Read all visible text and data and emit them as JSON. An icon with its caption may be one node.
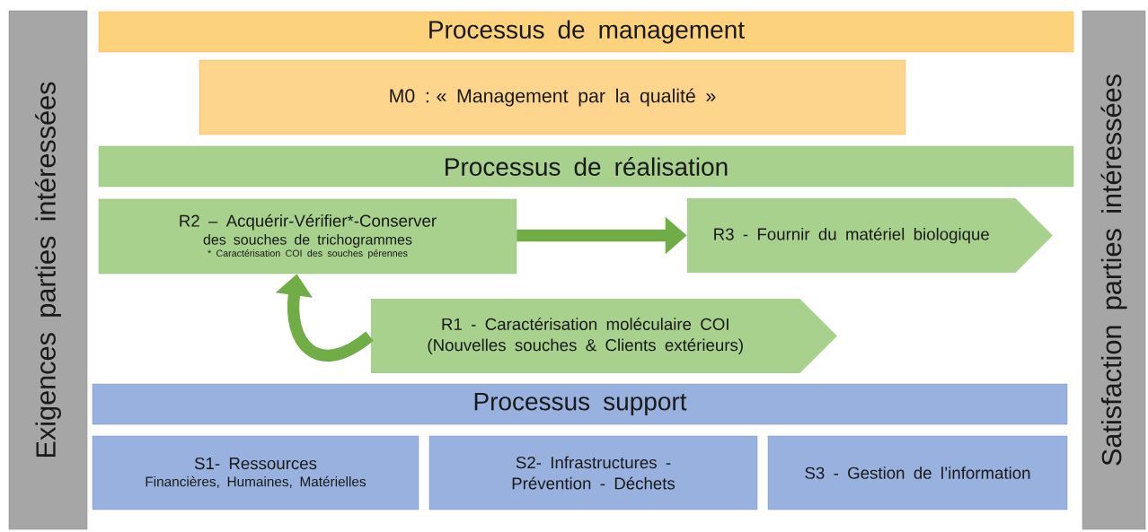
{
  "diagram": {
    "nodes": [
      {
        "text": [
          "Exigences parties intéressées"
        ]
      },
      {
        "text": [
          "Satisfaction parties intéressées"
        ]
      },
      {
        "text": [
          "Processus de management"
        ]
      },
      {
        "text": [
          "M0 : « Management par la qualité »"
        ]
      },
      {
        "text": [
          "Processus de réalisation"
        ]
      },
      {
        "text": [
          "R2 – Acquérir-Vérifier*-Conserver",
          "des souches de trichogrammes",
          "* Caractérisation COI des souches pérennes"
        ]
      },
      {
        "text": [
          "R3 - Fournir du matériel biologique"
        ]
      },
      {
        "text": [
          "R1 - Caractérisation moléculaire COI (Nouvelles souches & Clients extérieurs)"
        ]
      },
      {
        "text": [
          "Processus support"
        ]
      },
      {
        "text": [
          "S1- Ressources",
          "Financières, Humaines, Matérielles"
        ]
      },
      {
        "text": [
          "S2- Infrastructures -Prévention - Déchets"
        ]
      },
      {
        "text": [
          "S3 - Gestion de l’information"
        ]
      }
    ],
    "edges": [
      {
        "from": 5,
        "to": 6,
        "arrow": "to"
      },
      {
        "from": 7,
        "to": 5,
        "arrow": "to"
      }
    ]
  }
}
